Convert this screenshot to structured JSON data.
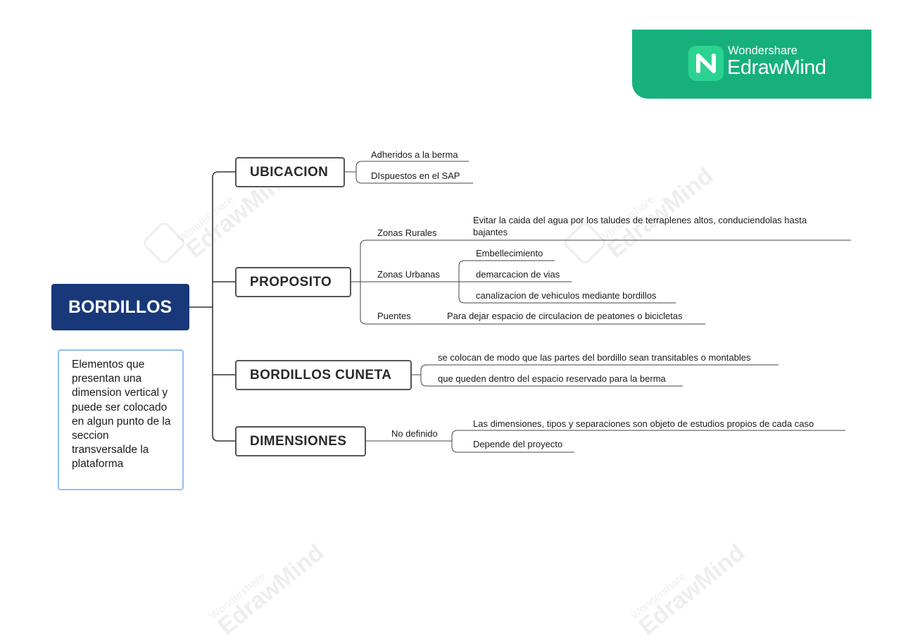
{
  "brand": {
    "company": "Wondershare",
    "product": "EdrawMind",
    "accent_color": "#17b07c",
    "icon": "edrawmind-logo-icon"
  },
  "watermark": {
    "line1": "Wondershare",
    "line2": "EdrawMind"
  },
  "root": {
    "label": "BORDILLOS",
    "color": "#18387a",
    "note": "Elementos que presentan una dimension vertical y puede ser colocado en algun punto de la seccion transversalde la plataforma"
  },
  "branches": {
    "ubicacion": {
      "label": "UBICACION",
      "items": [
        "Adheridos a la berma",
        "DIspuestos en el SAP"
      ]
    },
    "proposito": {
      "label": "PROPOSITO",
      "rurales": {
        "label": "Zonas Rurales",
        "detail": "Evitar la caida del agua por los taludes de terraplenes altos, conduciendolas hasta bajantes"
      },
      "urbanas": {
        "label": "Zonas Urbanas",
        "items": [
          "Embellecimiento",
          "demarcacion de vias",
          "canalizacion de vehiculos mediante bordillos"
        ]
      },
      "puentes": {
        "label": "Puentes",
        "detail": "Para dejar espacio de circulacion de peatones o bicicletas"
      }
    },
    "cuneta": {
      "label": "BORDILLOS CUNETA",
      "items": [
        "se colocan de modo que las partes del bordillo sean transitables o montables",
        "que queden dentro del espacio reservado para la berma"
      ]
    },
    "dimensiones": {
      "label": "DIMENSIONES",
      "sub": {
        "label": "No definido",
        "items": [
          "Las dimensiones, tipos y separaciones son objeto de estudios propios de cada caso",
          "Depende del proyecto"
        ]
      }
    }
  }
}
